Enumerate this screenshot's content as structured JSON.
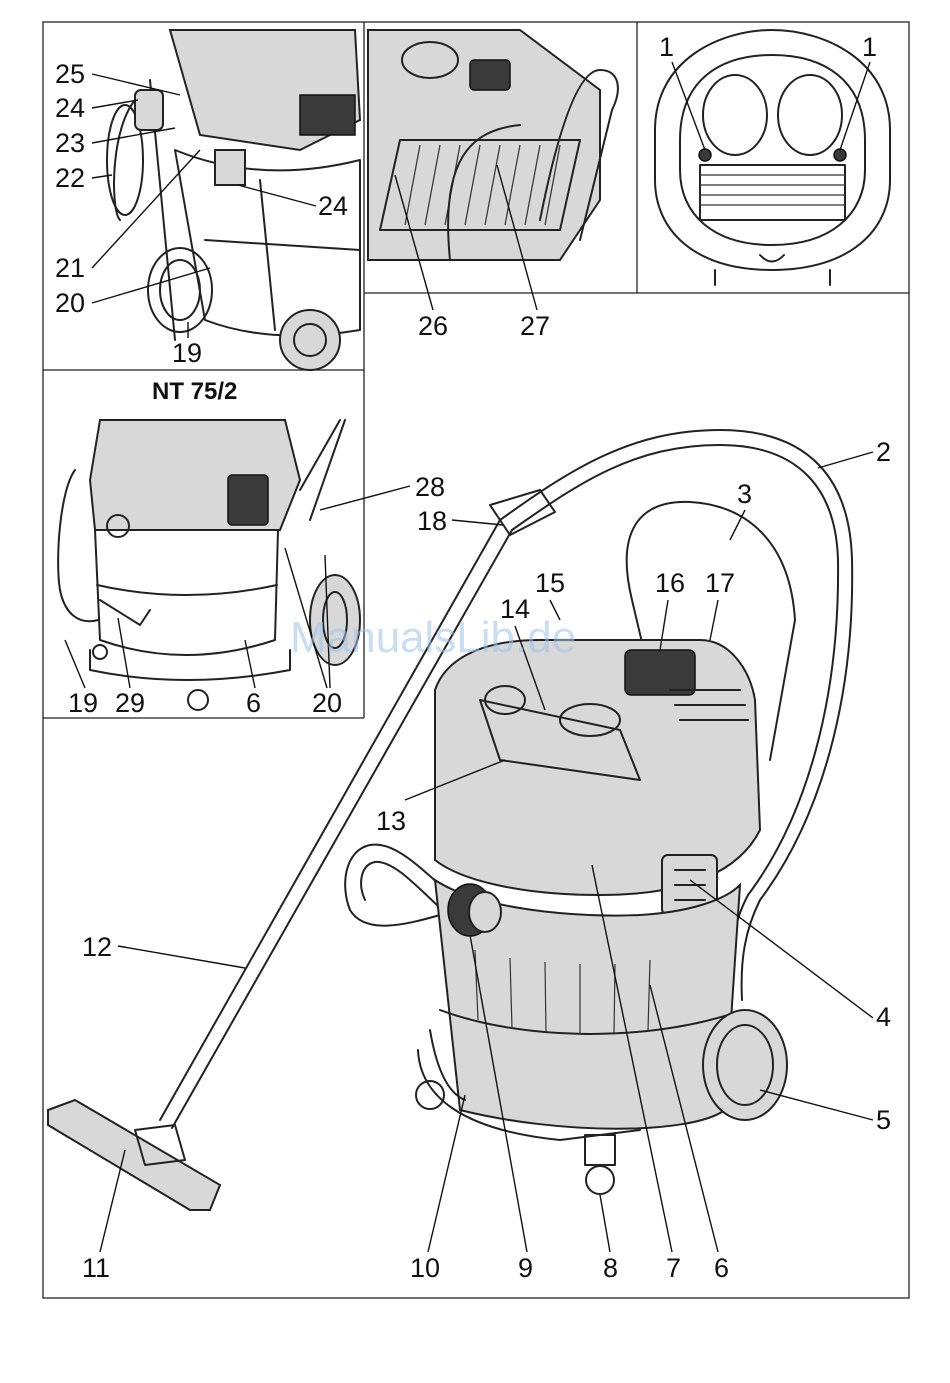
{
  "figure": {
    "model_label": "NT 75/2",
    "watermark": "ManualsLib.de"
  },
  "panel_top_left": {
    "callouts": [
      "25",
      "24",
      "23",
      "22",
      "21",
      "20",
      "19",
      "24"
    ]
  },
  "panel_filter": {
    "callouts": [
      "26",
      "27"
    ]
  },
  "panel_bottom_view": {
    "callouts": [
      "1",
      "1"
    ]
  },
  "panel_nt75": {
    "callouts": [
      "28",
      "19",
      "29",
      "6",
      "20"
    ]
  },
  "main_view": {
    "callouts": [
      "2",
      "3",
      "18",
      "15",
      "16",
      "17",
      "14",
      "13",
      "12",
      "4",
      "5",
      "11",
      "10",
      "9",
      "8",
      "7",
      "6"
    ]
  }
}
